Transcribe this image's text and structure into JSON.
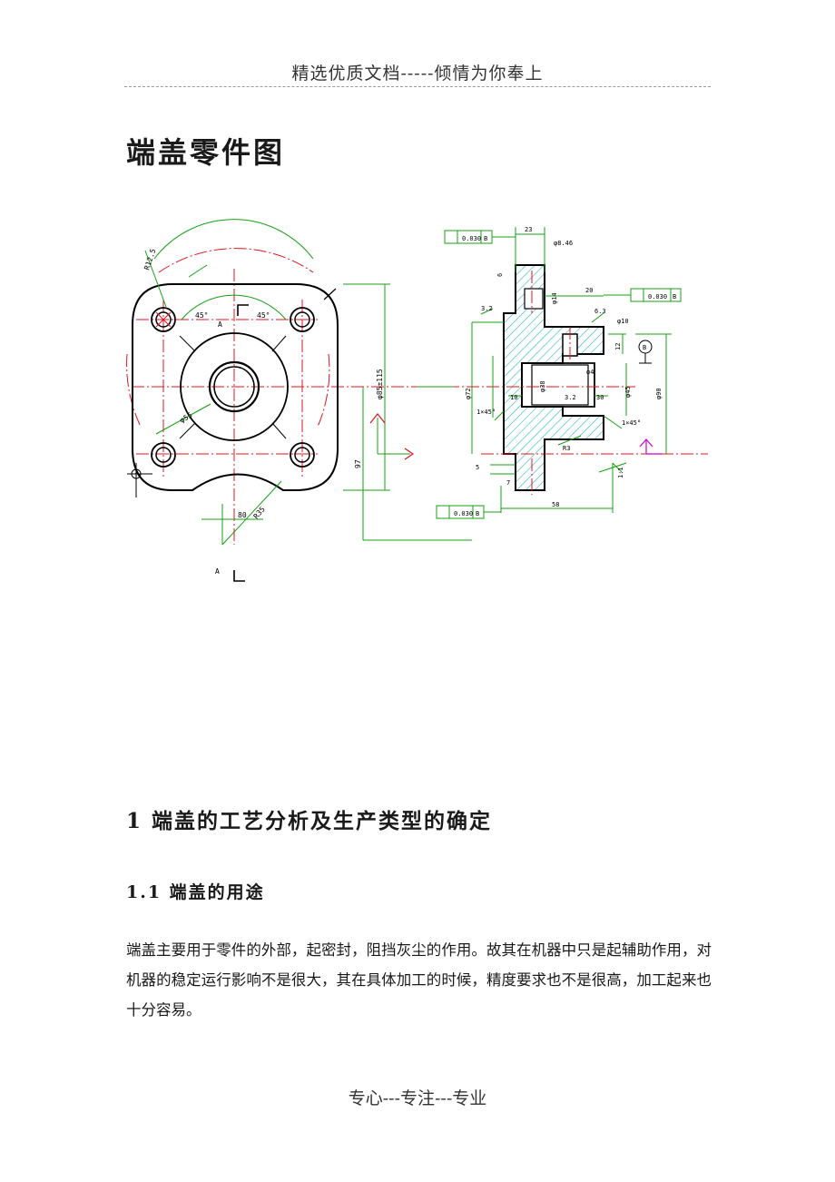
{
  "header": {
    "text": "精选优质文档-----倾情为你奉上"
  },
  "title": "端盖零件图",
  "drawing": {
    "labels": {
      "r": "R12.5",
      "deg_left": "45°",
      "deg_right": "45°",
      "a": "A",
      "phi55": "φ55",
      "phi_left": "φ85±115",
      "dim_97": "97",
      "dim_80": "80",
      "r_bottom": "R35",
      "a_bottom": "A",
      "tol1": "0.030",
      "tol1_datum": "B",
      "dim_23": "23",
      "phi_small": "φ8.46",
      "dim_6": "6",
      "ra32": "3.2",
      "dim_20": "20",
      "tol2": "0.030",
      "tol2_datum": "B",
      "phi14": "φ14",
      "ra63": "6.3",
      "phi10": "φ10",
      "dim_12": "12",
      "datum_b": "B",
      "phi72": "φ72",
      "dim_10": "10",
      "phi38": "φ38",
      "ra32b": "3.2",
      "dim_30": "30",
      "phi_mid": "φ45",
      "phi90": "φ90",
      "phi4": "φ4",
      "chamfer_l": "1×45°",
      "chamfer_r": "1×45°",
      "r3": "R3",
      "dim_5": "5",
      "dim_7": "7",
      "dim_58": "58",
      "tol3": "0.030",
      "tol3_datum": "B",
      "scale_note": "1:1"
    }
  },
  "section1": {
    "heading": "1 端盖的工艺分析及生产类型的确定"
  },
  "section11": {
    "heading": "1.1 端盖的用途",
    "paragraph": "端盖主要用于零件的外部，起密封，阻挡灰尘的作用。故其在机器中只是起辅助作用，对机器的稳定运行影响不是很大，其在具体加工的时候，精度要求也不是很高，加工起来也十分容易。"
  },
  "footer": {
    "text": "专心---专注---专业"
  },
  "colors": {
    "outline": "#000000",
    "center_line": "#e0141e",
    "dimension": "#14a014",
    "hatch": "#2ab4c8",
    "accent": "#c800c8"
  }
}
